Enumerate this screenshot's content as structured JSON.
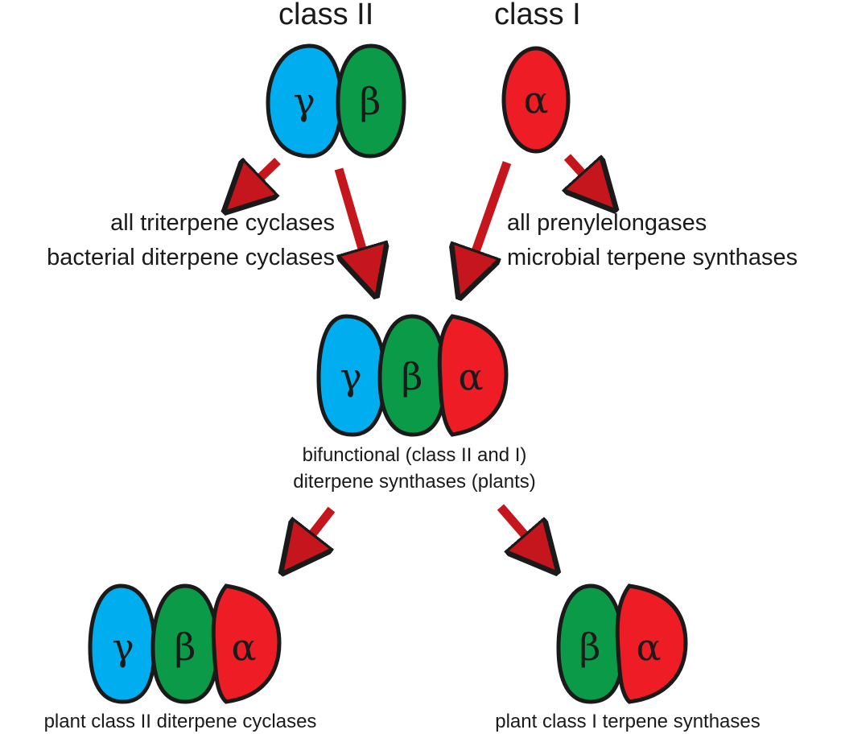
{
  "colors": {
    "gamma_domain": "#00aeef",
    "beta_domain": "#0a9a48",
    "alpha_domain": "#ee1c25",
    "arrow": "#c4161c",
    "outline": "#1a1a1a"
  },
  "domains": {
    "gamma": "γ",
    "beta": "β",
    "alpha": "α"
  },
  "labels": {
    "class_ii": "class II",
    "class_i": "class I",
    "class_ii_products": [
      "all triterpene cyclases",
      "bacterial diterpene cyclases"
    ],
    "class_i_products": [
      "all prenylelongases",
      "microbial terpene synthases"
    ],
    "bifunctional": [
      "bifunctional (class II and I)",
      "diterpene synthases (plants)"
    ],
    "plant_class_ii": "plant class II diterpene cyclases",
    "plant_class_i": "plant class I terpene synthases"
  }
}
